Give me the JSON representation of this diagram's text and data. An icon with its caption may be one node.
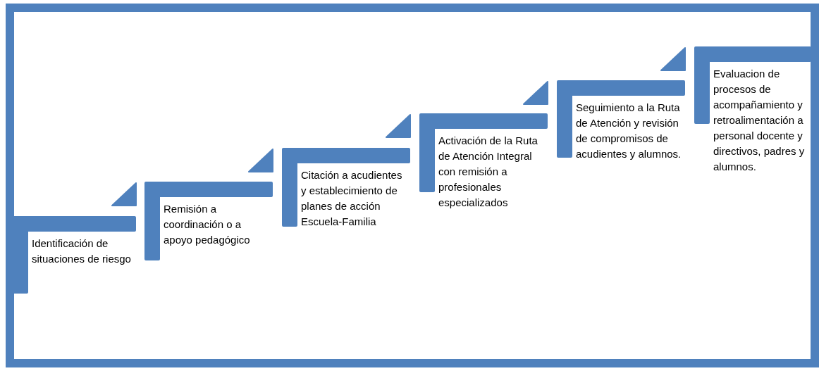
{
  "diagram": {
    "nodes": [
      {
        "text": [
          "Identificación de situaciones de riesgo"
        ]
      },
      {
        "text": [
          "Remisión a coordinación o a apoyo pedagógico"
        ]
      },
      {
        "text": [
          "Citación a acudientes y establecimiento de planes de acción Escuela-Familia"
        ]
      },
      {
        "text": [
          "Activación de la Ruta de Atención Integral con remisión a profesionales especializados"
        ]
      },
      {
        "text": [
          "Seguimiento a la Ruta de Atención y revisión de compromisos de acudientes y alumnos."
        ]
      },
      {
        "text": [
          "Evaluacion de procesos de acompañamiento y retroalimentación a personal docente y directivos, padres y alumnos."
        ]
      }
    ]
  }
}
